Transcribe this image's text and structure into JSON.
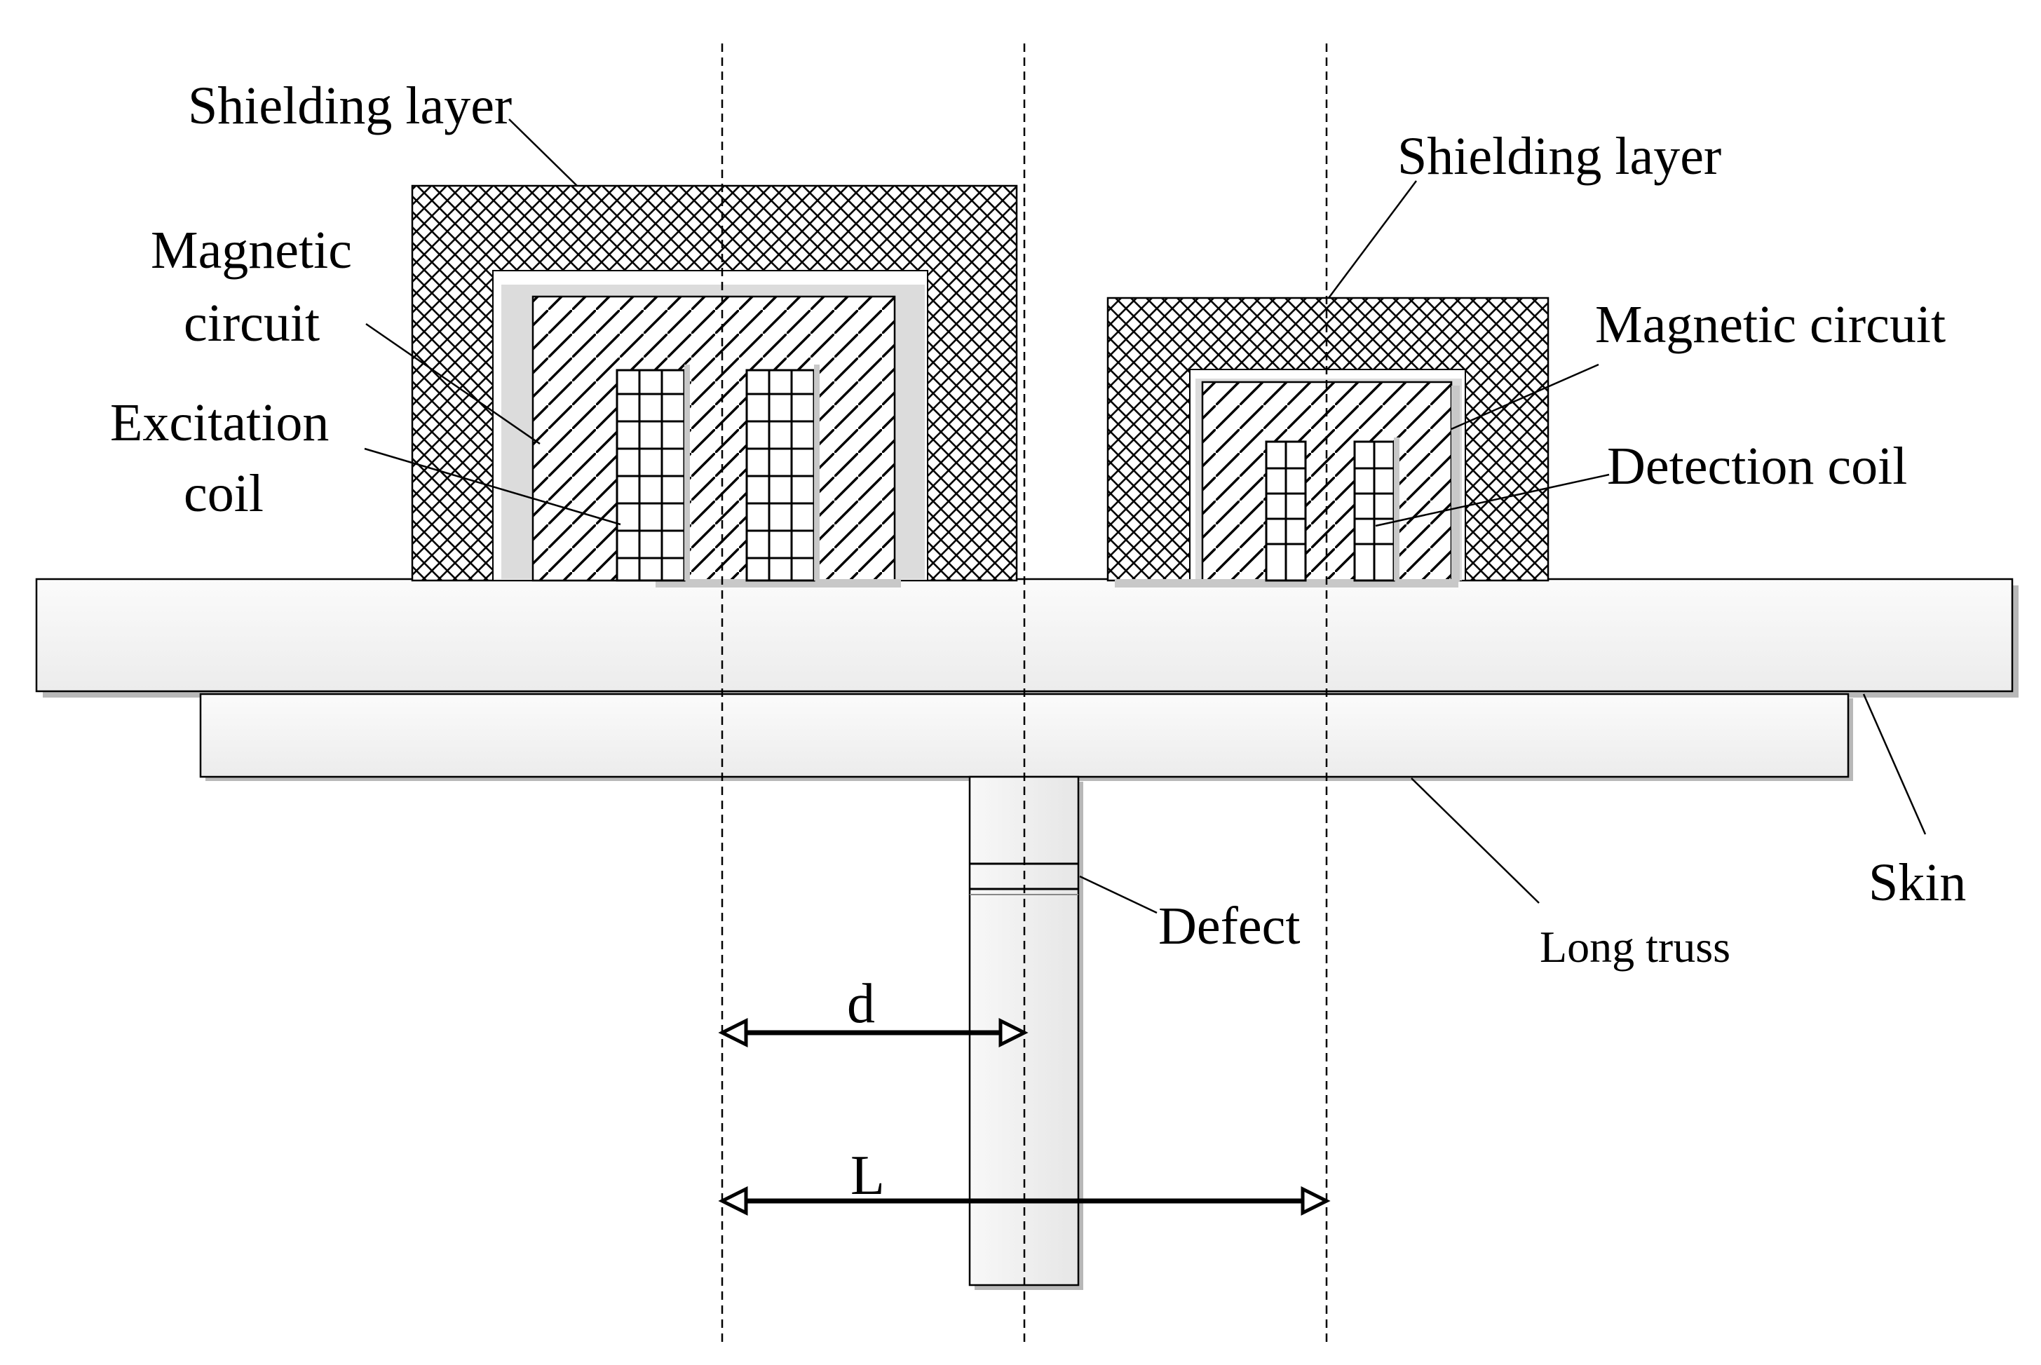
{
  "labels": {
    "shielding_left": "Shielding layer",
    "shielding_right": "Shielding layer",
    "magnetic_left_1": "Magnetic",
    "magnetic_left_2": "circuit",
    "magnetic_right": "Magnetic circuit",
    "excitation_1": "Excitation",
    "excitation_2": "coil",
    "detection": "Detection coil",
    "skin": "Skin",
    "long_truss": "Long truss",
    "defect": "Defect",
    "dim_d": "d",
    "dim_L": "L"
  },
  "colors": {
    "stroke": "#000000",
    "panel_fill": "#f4f4f4",
    "shadow": "#b0b0b0"
  }
}
